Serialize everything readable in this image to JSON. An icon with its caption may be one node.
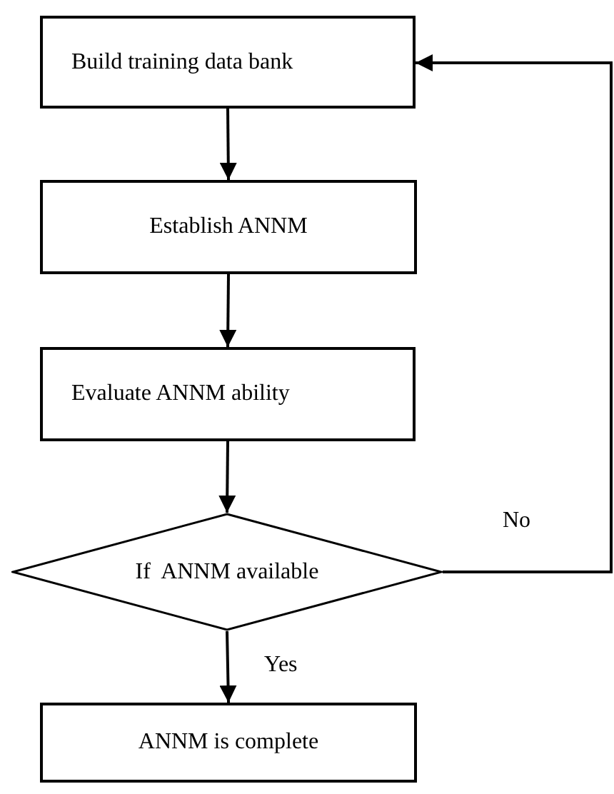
{
  "diagram": {
    "nodes": [
      {
        "text": [
          "Build training data bank"
        ]
      },
      {
        "text": [
          "Establish ANNM"
        ]
      },
      {
        "text": [
          "Evaluate ANNM ability"
        ]
      },
      {
        "text": [
          "If  ANNM available"
        ]
      },
      {
        "text": [
          "ANNM is complete"
        ]
      }
    ],
    "edges": [
      {
        "from": 0,
        "to": 1,
        "arrow": "to"
      },
      {
        "from": 1,
        "to": 2,
        "arrow": "to"
      },
      {
        "from": 2,
        "to": 3,
        "arrow": "to"
      },
      {
        "from": 3,
        "to": 4,
        "arrow": "to",
        "label": "Yes"
      },
      {
        "from": 3,
        "to": 0,
        "arrow": "to",
        "label": "No"
      }
    ]
  }
}
